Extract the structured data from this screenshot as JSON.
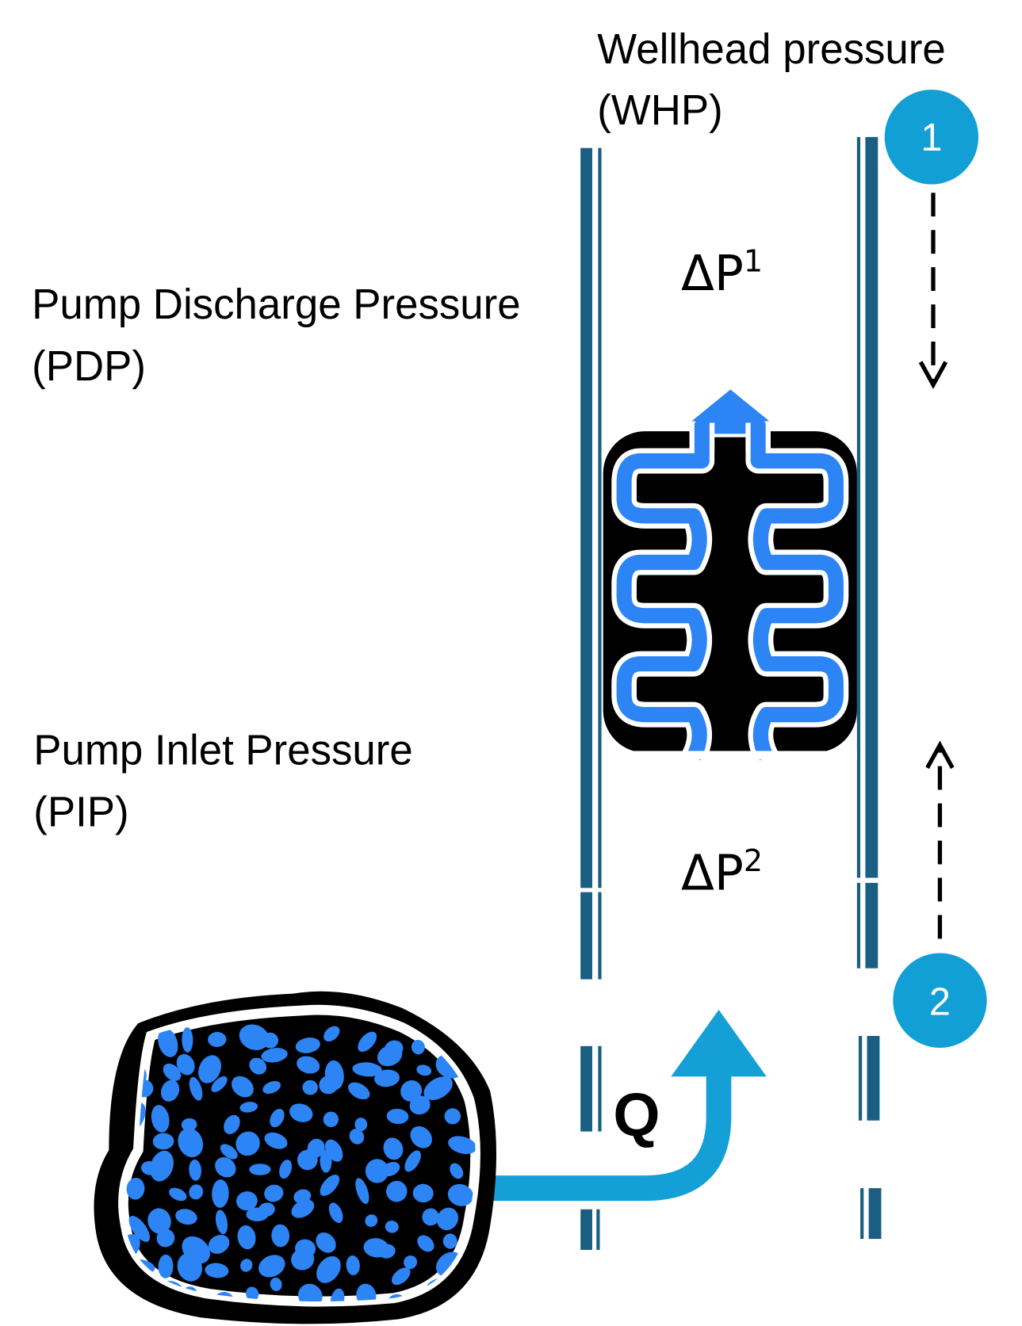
{
  "labels": {
    "whp_line1": "Wellhead pressure",
    "whp_line2": "(WHP)",
    "pdp_line1": "Pump Discharge Pressure",
    "pdp_line2": "(PDP)",
    "pip_line1": "Pump Inlet Pressure",
    "pip_line2": "(PIP)",
    "dp1_base": "ΔP",
    "dp1_sup": "1",
    "dp2_base": "ΔP",
    "dp2_sup": "2",
    "flow": "Q",
    "marker1": "1",
    "marker2": "2"
  },
  "colors": {
    "casing": "#1a5f82",
    "marker": "#129fd6",
    "flow": "#14a0d6",
    "fluid": "#2d84f5",
    "outline": "#000000"
  },
  "icons": [
    "reservoir-rock-icon",
    "pump-icon",
    "flow-arrow-icon",
    "dashed-arrow-down-icon",
    "dashed-arrow-up-icon"
  ]
}
